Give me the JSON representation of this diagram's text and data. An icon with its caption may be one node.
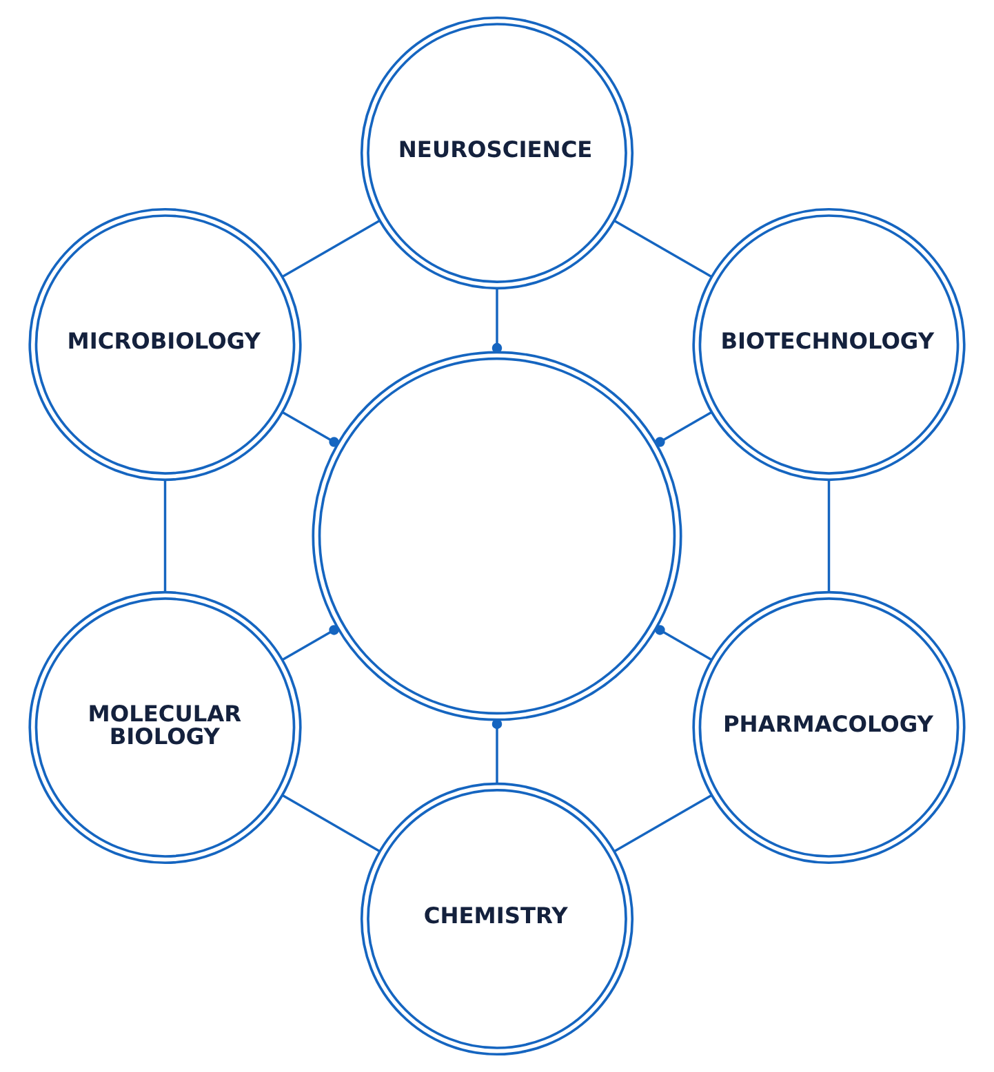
{
  "diagram": {
    "nodes": [
      {
        "text": [],
        "shape": "circle"
      },
      {
        "text": [
          "NEUROSCIENCE"
        ]
      },
      {
        "text": [
          "BIOTECHNOLOGY"
        ]
      },
      {
        "text": [
          "PHARMACOLOGY"
        ]
      },
      {
        "text": [
          "CHEMISTRY"
        ]
      },
      {
        "text": [
          "MOLECULAR BIOLOGY"
        ]
      },
      {
        "text": [
          "MICROBIOLOGY"
        ]
      }
    ],
    "edges": [
      {
        "from": 0,
        "to": 1,
        "arrow": "other"
      },
      {
        "from": 0,
        "to": 2,
        "arrow": "other"
      },
      {
        "from": 0,
        "to": 3,
        "arrow": "other"
      },
      {
        "from": 0,
        "to": 4,
        "arrow": "other"
      },
      {
        "from": 0,
        "to": 5,
        "arrow": "other"
      },
      {
        "from": 0,
        "to": 6,
        "arrow": "other"
      },
      {
        "from": 1,
        "to": 2,
        "arrow": "none"
      },
      {
        "from": 2,
        "to": 3,
        "arrow": "none"
      },
      {
        "from": 3,
        "to": 4,
        "arrow": "none"
      },
      {
        "from": 4,
        "to": 5,
        "arrow": "none"
      },
      {
        "from": 5,
        "to": 6,
        "arrow": "none"
      },
      {
        "from": 6,
        "to": 1,
        "arrow": "none"
      }
    ]
  }
}
